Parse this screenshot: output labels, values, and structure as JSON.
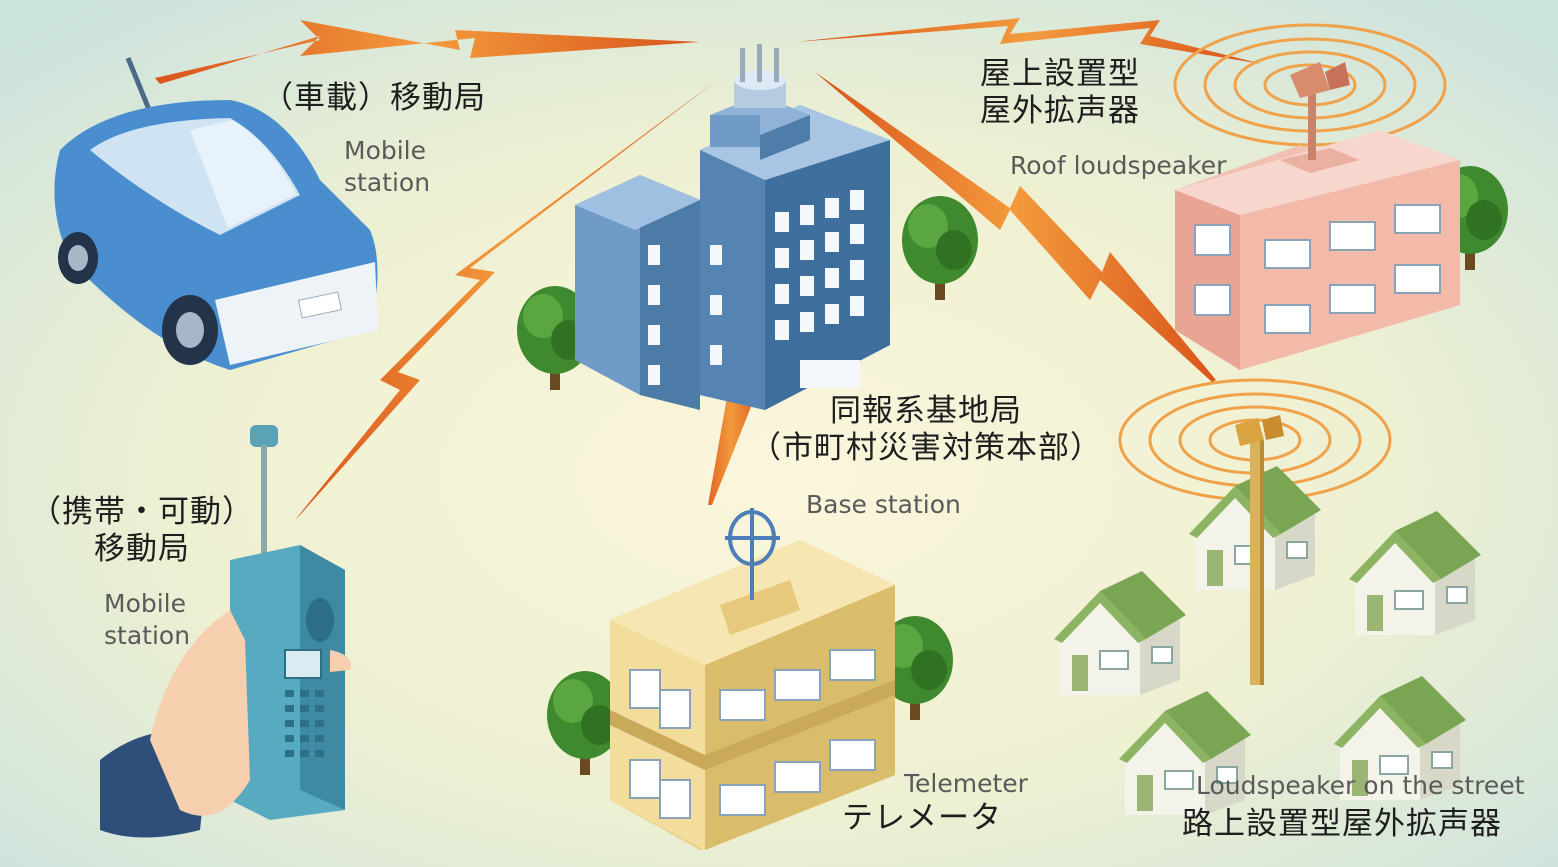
{
  "colors": {
    "signal": "#e8782c",
    "bg_center": "#fbf5d8",
    "bg_edge": "#cfe4df",
    "car": "#4a8ed0",
    "office": "#7aa6d2",
    "telemeter": "#e8d187",
    "roof_building": "#eeb0a2",
    "house_roof": "#8cb462",
    "tree": "#3f8a2e"
  },
  "nodes": {
    "vehicle": {
      "ja": "（車載）移動局",
      "en": "Mobile\nstation",
      "icon": "car-icon"
    },
    "base": {
      "ja": "同報系基地局\n（市町村災害対策本部）",
      "en": "Base station",
      "icon": "office-building-icon"
    },
    "portable": {
      "ja": "（携帯・可動）\n移動局",
      "en": "Mobile\nstation",
      "icon": "handheld-radio-icon"
    },
    "roof_speaker": {
      "ja": "屋上設置型\n屋外拡声器",
      "en": "Roof loudspeaker",
      "icon": "loudspeaker-icon"
    },
    "telemeter": {
      "ja": "テレメータ",
      "en": "Telemeter",
      "icon": "antenna-icon"
    },
    "street_speaker": {
      "ja": "路上設置型屋外拡声器",
      "en": "Loudspeaker on the street",
      "icon": "loudspeaker-icon"
    }
  }
}
